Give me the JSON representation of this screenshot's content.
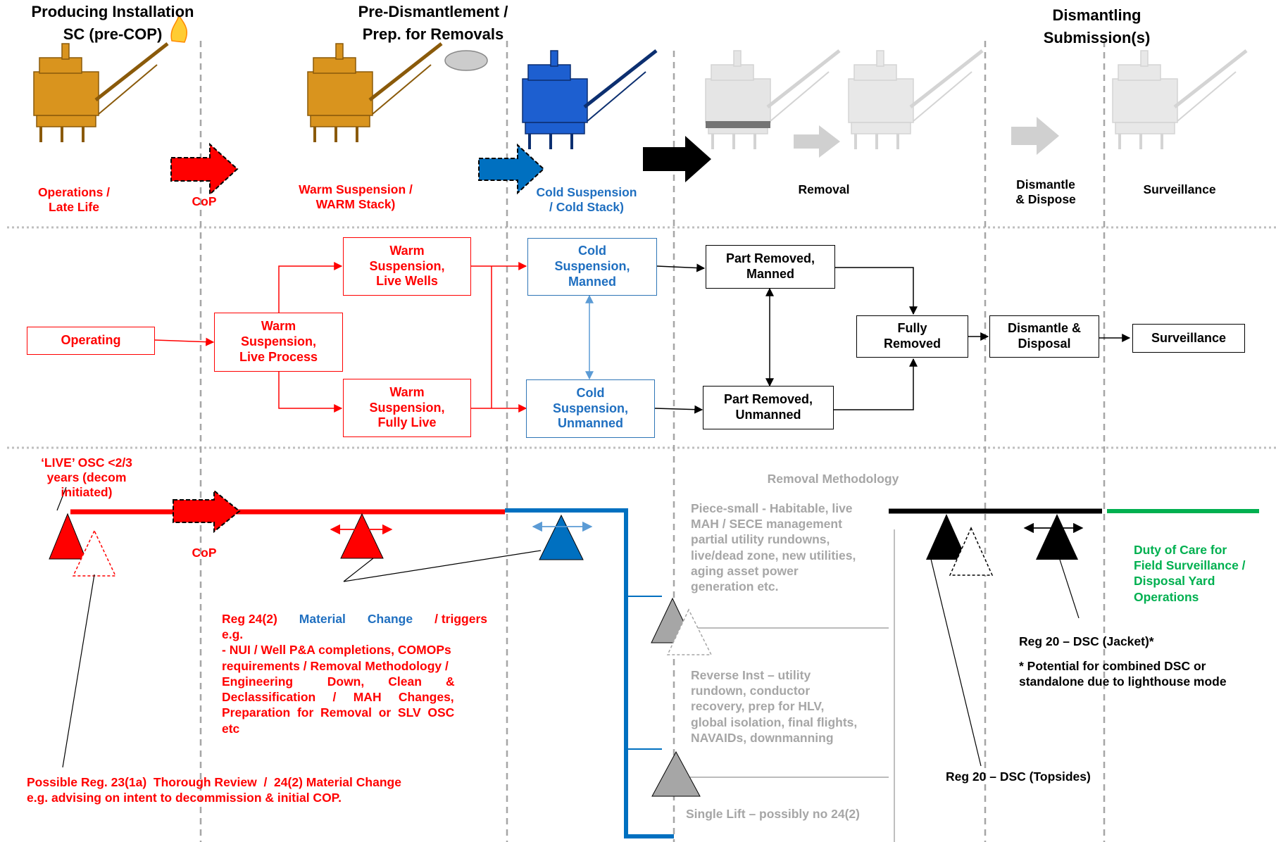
{
  "headers": {
    "producing": [
      "Producing Installation",
      "SC (pre-COP)"
    ],
    "pre_dismantlement": [
      "Pre-Dismantlement /",
      "Prep. for Removals"
    ],
    "dismantling": [
      "Dismantling",
      "Submission(s)"
    ]
  },
  "stage_labels": {
    "operations": [
      "Operations /",
      "Late Life"
    ],
    "cop": "CoP",
    "warm": [
      "Warm Suspension /",
      "WARM Stack)"
    ],
    "cold": [
      "Cold Suspension",
      "/ Cold Stack)"
    ],
    "removal": "Removal",
    "dismantle": [
      "Dismantle",
      "& Dispose"
    ],
    "surveillance": "Surveillance"
  },
  "flow_boxes": {
    "operating": "Operating",
    "warm_live_process": [
      "Warm",
      "Suspension,",
      "Live Process"
    ],
    "warm_live_wells": [
      "Warm",
      "Suspension,",
      "Live Wells"
    ],
    "warm_fully_live": [
      "Warm",
      "Suspension,",
      "Fully Live"
    ],
    "cold_manned": [
      "Cold",
      "Suspension,",
      "Manned"
    ],
    "cold_unmanned": [
      "Cold",
      "Suspension,",
      "Unmanned"
    ],
    "part_removed_manned": [
      "Part Removed,",
      "Manned"
    ],
    "part_removed_unmanned": [
      "Part Removed,",
      "Unmanned"
    ],
    "fully_removed": [
      "Fully",
      "Removed"
    ],
    "dismantle_disposal": [
      "Dismantle &",
      "Disposal"
    ],
    "surveillance": "Surveillance"
  },
  "timeline": {
    "live_osc": [
      "‘LIVE’ OSC <2/3",
      "years (decom",
      "initiated)"
    ],
    "cop": "CoP",
    "removal_methodology": "Removal Methodology",
    "piece_small": [
      "Piece-small  - Habitable, live",
      "MAH / SECE management",
      "partial utility rundowns,",
      "live/dead  zone, new utilities,",
      "aging asset power",
      "generation etc."
    ],
    "reverse_inst": [
      "Reverse Inst – utility",
      "rundown, conductor",
      "recovery, prep for HLV,",
      "global isolation, final flights,",
      "NAVAIDs,  downmanning"
    ],
    "single_lift": "Single Lift – possibly  no 24(2)",
    "duty_of_care": [
      "Duty of Care for",
      "Field Surveillance /",
      "Disposal Yard",
      "Operations"
    ],
    "reg20_jacket": "Reg 20 – DSC (Jacket)*",
    "combined_note": [
      "* Potential for combined  DSC or",
      "standalone due to lighthouse mode"
    ],
    "reg20_topsides": "Reg 20 – DSC (Topsides)",
    "reg24_prefix": "Reg 24(2)",
    "reg24_material": "Material",
    "reg24_change": "Change",
    "reg24_suffix": "/  triggers",
    "reg24_body": [
      "e.g.",
      "- NUI / Well P&A completions, COMOPs",
      "requirements / Removal Methodology /",
      "Engineering          Down,       Clean       &",
      "Declassification     /     MAH     Changes,",
      "Preparation  for  Removal  or  SLV  OSC",
      "etc"
    ],
    "reg23": [
      "Possible Reg. 23(1a)  Thorough Review  /  24(2) Material Change",
      "e.g. advising on intent to decommission & initial COP."
    ]
  },
  "colors": {
    "red": "#ff0000",
    "blue": "#1f6fc0",
    "black": "#000000",
    "grey": "#a6a6a6",
    "green": "#00b050"
  }
}
